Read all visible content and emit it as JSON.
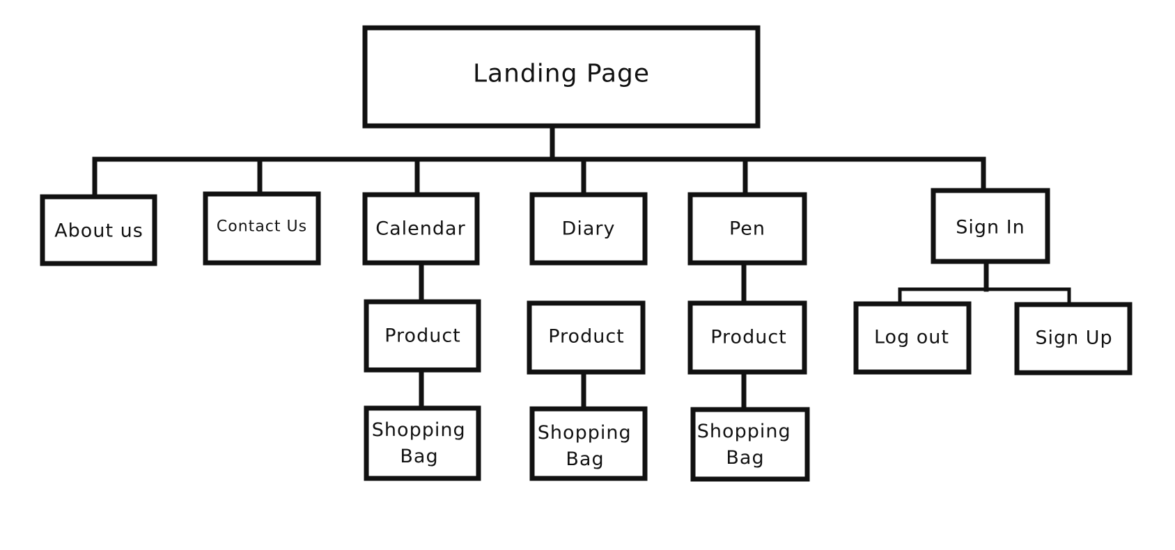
{
  "diagram": {
    "root": "Landing Page",
    "sections": {
      "about": "About us",
      "contact": "Contact Us",
      "calendar": "Calendar",
      "diary": "Diary",
      "pen": "Pen",
      "sign_in": "Sign In"
    },
    "calendar_children": {
      "product": "Product",
      "bag_line1": "Shopping",
      "bag_line2": "Bag"
    },
    "diary_children": {
      "product": "Product",
      "bag_line1": "Shopping",
      "bag_line2": "Bag"
    },
    "pen_children": {
      "product": "Product",
      "bag_line1": "Shopping",
      "bag_line2": "Bag"
    },
    "sign_in_children": {
      "log_out": "Log out",
      "sign_up": "Sign Up"
    }
  }
}
